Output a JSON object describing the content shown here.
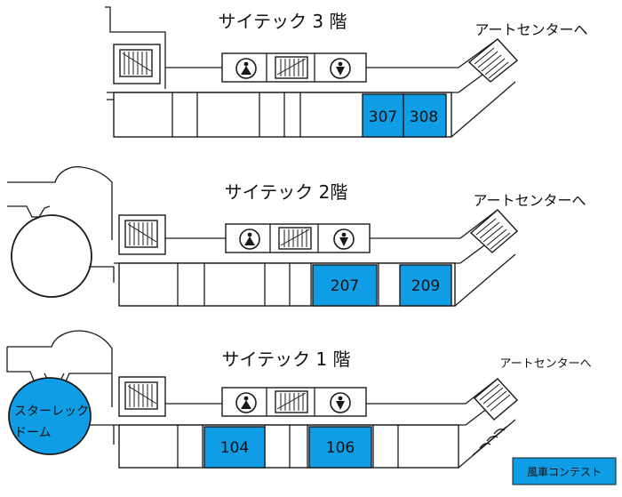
{
  "colors": {
    "highlight": "#0f9ee6",
    "line": "#1a1a1a",
    "background": "#ffffff"
  },
  "floors": [
    {
      "title": "サイテック  3 階",
      "exit_label": "アートセンターへ",
      "rooms": [
        "307",
        "308"
      ]
    },
    {
      "title": "サイテック  2階",
      "exit_label": "アートセンターへ",
      "rooms": [
        "207",
        "209"
      ]
    },
    {
      "title": "サイテック   1 階",
      "exit_label": "アートセンターへ",
      "rooms": [
        "104",
        "106"
      ],
      "dome_label_line1": "スターレック",
      "dome_label_line2": "ドーム"
    }
  ],
  "legend": {
    "label": "風車コンテスト"
  },
  "icons": [
    "restroom-female-icon",
    "restroom-male-icon",
    "stairs-icon"
  ]
}
